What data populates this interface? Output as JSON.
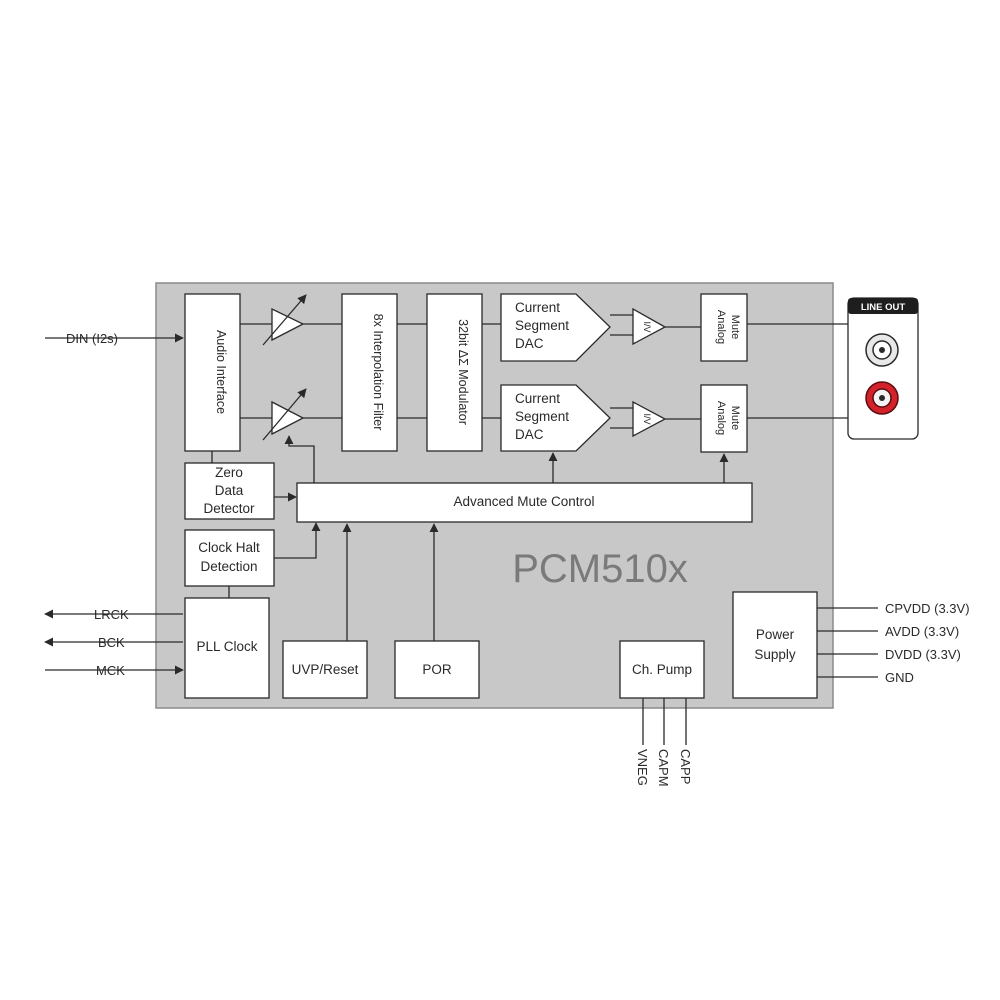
{
  "colors": {
    "chip_fill": "#c8c8c8",
    "chip_border": "#8a8a8a",
    "block_fill": "#ffffff",
    "line": "#2a2a2a",
    "jack_red": "#d2232a",
    "title_gray": "#7a7a7a"
  },
  "chip": {
    "title": "PCM510x"
  },
  "inputs": {
    "din": "DIN (I2s)",
    "lrck": "LRCK",
    "bck": "BCK",
    "mck": "MCK"
  },
  "blocks": {
    "audio_interface": "Audio Interface",
    "interp_filter": "8x Interpolation Filter",
    "modulator": "32bit ΔΣ Modulator",
    "dac_top": [
      "Current",
      "Segment",
      "DAC"
    ],
    "dac_bottom": [
      "Current",
      "Segment",
      "DAC"
    ],
    "iv": "I/V",
    "analog_mute_top": [
      "Analog",
      "Mute"
    ],
    "analog_mute_bottom": [
      "Analog",
      "Mute"
    ],
    "zero_detector": [
      "Zero",
      "Data",
      "Detector"
    ],
    "clock_halt": [
      "Clock Halt",
      "Detection"
    ],
    "mute_control": "Advanced Mute Control",
    "pll": "PLL Clock",
    "uvp": "UVP/Reset",
    "por": "POR",
    "charge_pump": "Ch. Pump",
    "power_supply": [
      "Power",
      "Supply"
    ]
  },
  "line_out": {
    "label": "LINE OUT"
  },
  "power_pins": [
    "CPVDD (3.3V)",
    "AVDD (3.3V)",
    "DVDD (3.3V)",
    "GND"
  ],
  "pump_pins": [
    "VNEG",
    "CAPM",
    "CAPP"
  ]
}
